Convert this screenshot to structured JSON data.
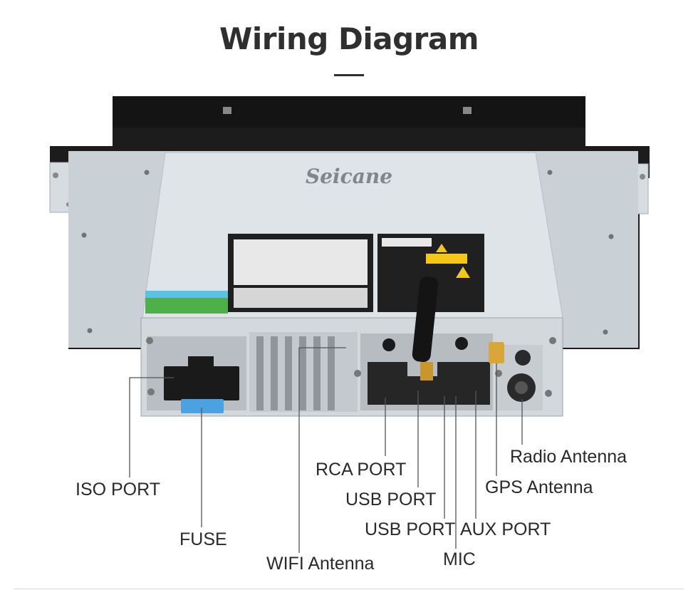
{
  "title": "Wiring Diagram",
  "brand": "Seicane",
  "labels": {
    "radio_antenna": "Radio Antenna",
    "rca_port": "RCA PORT",
    "gps_antenna": "GPS Antenna",
    "iso_port": "ISO PORT",
    "usb_port_1": "USB PORT",
    "usb_port_2": "USB PORT",
    "aux_port": "AUX PORT",
    "fuse": "FUSE",
    "mic": "MIC",
    "wifi_antenna": "WIFI Antenna"
  },
  "colors": {
    "title": "#2f2f2f",
    "front_panel": "#1c1c1c",
    "housing": "#c9d0d6",
    "chassis_panel": "#b9bec4",
    "fuse": "#4aa3e0",
    "pcb": "#4fb04a",
    "leader_line": "#555555"
  }
}
